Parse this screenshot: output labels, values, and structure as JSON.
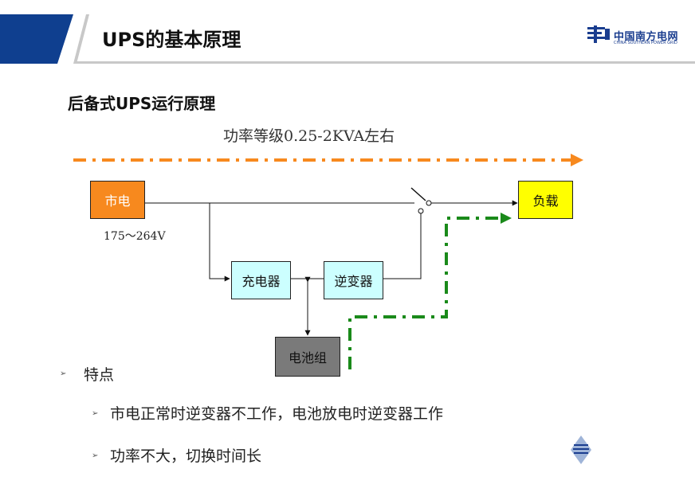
{
  "header": {
    "title": "UPS的基本原理",
    "logo_cn": "中国南方电网",
    "logo_en": "CHINA SOUTHERN POWER GRID"
  },
  "subtitle": "后备式UPS运行原理",
  "diagram": {
    "power_level": "功率等级0.25-2KVA左右",
    "mains": "市电",
    "voltage_range": "175～264V",
    "charger": "充电器",
    "inverter": "逆变器",
    "battery": "电池组",
    "load": "负载"
  },
  "bullets": {
    "heading": "特点",
    "items": [
      "市电正常时逆变器不工作，电池放电时逆变器工作",
      "功率不大，切换时间长"
    ]
  },
  "colors": {
    "header_blue": "#0f3f8f",
    "mains_orange": "#f7891e",
    "load_yellow": "#ffff00",
    "module_cyan": "#ccffff",
    "battery_gray": "#7a7a7a",
    "mains_path_dash": "#f7891e",
    "battery_path_dash": "#1a8a1a"
  }
}
